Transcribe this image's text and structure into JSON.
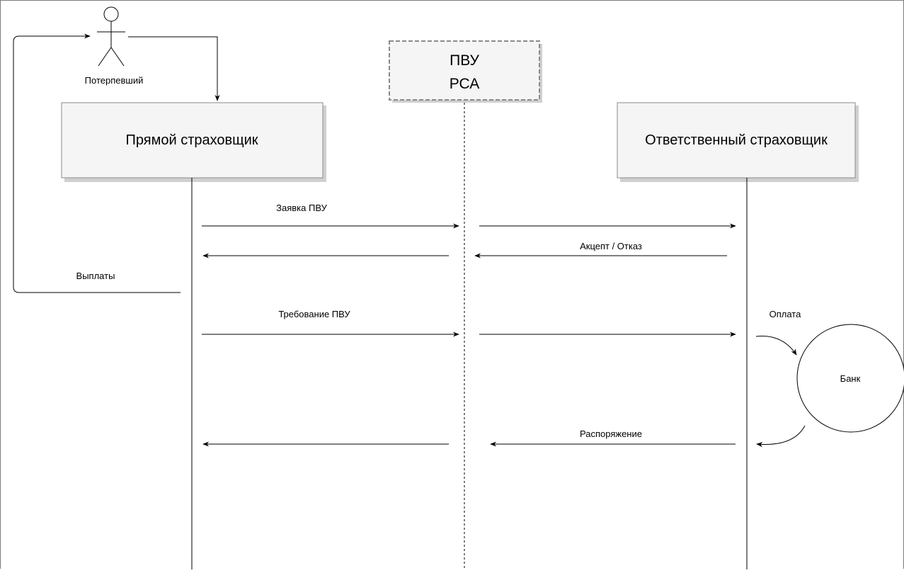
{
  "actor": {
    "label": "Потерпевший"
  },
  "rsa_box": {
    "line1": "ПВУ",
    "line2": "РСА"
  },
  "direct_insurer": {
    "label": "Прямой страховщик"
  },
  "responsible_insurer": {
    "label": "Ответственный страховщик"
  },
  "bank": {
    "label": "Банк"
  },
  "messages": {
    "request": "Заявка ПВУ",
    "accept_reject": "Акцепт / Отказ",
    "payments": "Выплаты",
    "claim": "Требование ПВУ",
    "payment": "Оплата",
    "order": "Распоряжение"
  },
  "colors": {
    "box_fill": "#f5f5f5",
    "line": "#000000",
    "box_shadow": "#d0d0d0"
  }
}
